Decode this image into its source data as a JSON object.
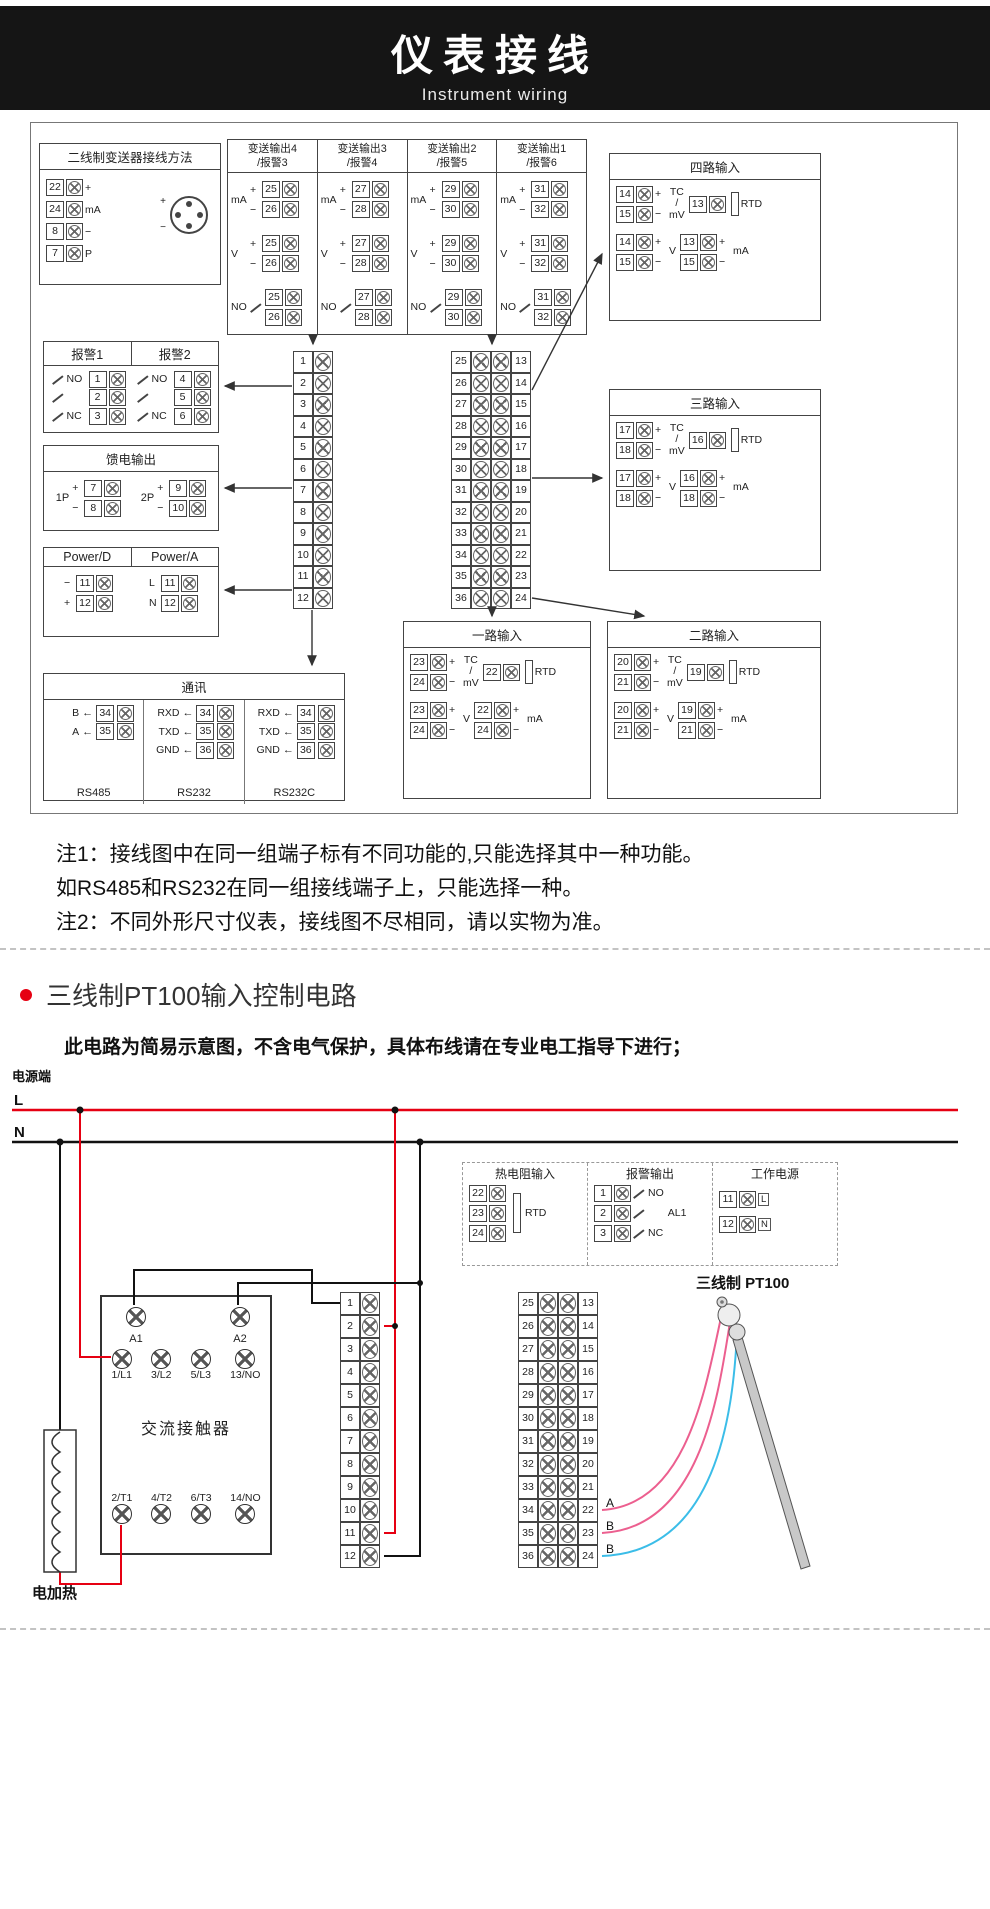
{
  "header": {
    "title": "仪表接线",
    "subtitle": "Instrument wiring"
  },
  "d1": {
    "lbl": {
      "plus": "+",
      "minus": "−",
      "ma": "mA",
      "v": "V",
      "no": "NO",
      "nc": "NC",
      "tc": "TC",
      "mv": "mV",
      "rtd": "RTD",
      "slash": "/",
      "arrow": "←"
    },
    "twoWire": {
      "title": "二线制变送器接线方法",
      "rows": [
        {
          "n": "22",
          "s": "+"
        },
        {
          "n": "24",
          "s": "mA"
        },
        {
          "n": "8",
          "s": "−"
        },
        {
          "n": "7",
          "s": "P"
        }
      ],
      "plug": {
        "plus": "+",
        "minus": "−"
      }
    },
    "outCols": [
      {
        "t": "变送输出4",
        "t2": "/报警3",
        "a": "25",
        "b": "26"
      },
      {
        "t": "变送输出3",
        "t2": "/报警4",
        "a": "27",
        "b": "28"
      },
      {
        "t": "变送输出2",
        "t2": "/报警5",
        "a": "29",
        "b": "30"
      },
      {
        "t": "变送输出1",
        "t2": "/报警6",
        "a": "31",
        "b": "32"
      }
    ],
    "inputs": {
      "in4": {
        "title": "四路输入",
        "p1": "14",
        "p2": "15",
        "r": "13"
      },
      "in3": {
        "title": "三路输入",
        "p1": "17",
        "p2": "18",
        "r": "16"
      },
      "in2": {
        "title": "二路输入",
        "p1": "20",
        "p2": "21",
        "r": "19"
      },
      "in1": {
        "title": "一路输入",
        "p1": "23",
        "p2": "24",
        "r": "22"
      }
    },
    "alarm": {
      "h1": "报警1",
      "h2": "报警2",
      "rows1": [
        {
          "n": "1",
          "s": "NO"
        },
        {
          "n": "2",
          "s": ""
        },
        {
          "n": "3",
          "s": "NC"
        }
      ],
      "rows2": [
        {
          "n": "4",
          "s": "NO"
        },
        {
          "n": "5",
          "s": ""
        },
        {
          "n": "6",
          "s": "NC"
        }
      ]
    },
    "feed": {
      "title": "馈电输出",
      "g1": "1P",
      "g2": "2P",
      "rows1": [
        {
          "n": "7",
          "s": "+"
        },
        {
          "n": "8",
          "s": "−"
        }
      ],
      "rows2": [
        {
          "n": "9",
          "s": "+"
        },
        {
          "n": "10",
          "s": "−"
        }
      ]
    },
    "power": {
      "h1": "Power/D",
      "h2": "Power/A",
      "rows1": [
        {
          "n": "11",
          "s": "−"
        },
        {
          "n": "12",
          "s": "+"
        }
      ],
      "rows2": [
        {
          "n": "11",
          "s": "L"
        },
        {
          "n": "12",
          "s": "N"
        }
      ]
    },
    "comm": {
      "title": "通讯",
      "cols": [
        {
          "label": "RS485",
          "rows": [
            {
              "s": "B",
              "n": "34"
            },
            {
              "s": "A",
              "n": "35"
            }
          ]
        },
        {
          "label": "RS232",
          "rows": [
            {
              "s": "RXD",
              "n": "34"
            },
            {
              "s": "TXD",
              "n": "35"
            },
            {
              "s": "GND",
              "n": "36"
            }
          ]
        },
        {
          "label": "RS232C",
          "rows": [
            {
              "s": "RXD",
              "n": "34"
            },
            {
              "s": "TXD",
              "n": "35"
            },
            {
              "s": "GND",
              "n": "36"
            }
          ]
        }
      ]
    },
    "stripLeft": [
      "1",
      "2",
      "3",
      "4",
      "5",
      "6",
      "7",
      "8",
      "9",
      "10",
      "11",
      "12"
    ],
    "stripRight": [
      {
        "l": "25",
        "r": "13"
      },
      {
        "l": "26",
        "r": "14"
      },
      {
        "l": "27",
        "r": "15"
      },
      {
        "l": "28",
        "r": "16"
      },
      {
        "l": "29",
        "r": "17"
      },
      {
        "l": "30",
        "r": "18"
      },
      {
        "l": "31",
        "r": "19"
      },
      {
        "l": "32",
        "r": "20"
      },
      {
        "l": "33",
        "r": "21"
      },
      {
        "l": "34",
        "r": "22"
      },
      {
        "l": "35",
        "r": "23"
      },
      {
        "l": "36",
        "r": "24"
      }
    ]
  },
  "notes": {
    "l1": "注1：接线图中在同一组端子标有不同功能的,只能选择其中一种功能。",
    "l2": "如RS485和RS232在同一组接线端子上，只能选择一种。",
    "l3": "注2：不同外形尺寸仪表，接线图不尽相同，请以实物为准。"
  },
  "s2": {
    "title": "三线制PT100输入控制电路",
    "subtitle": "此电路为简易示意图，不含电气保护，具体布线请在专业电工指导下进行；",
    "powerLabel": "电源端",
    "L": "L",
    "N": "N",
    "rtdBox": {
      "title": "热电阻输入",
      "rows": [
        "22",
        "23",
        "24"
      ],
      "rtd": "RTD"
    },
    "alarmBox": {
      "title": "报警输出",
      "rows": [
        {
          "n": "1",
          "s": "NO"
        },
        {
          "n": "2",
          "s": ""
        },
        {
          "n": "3",
          "s": "NC"
        }
      ],
      "al": "AL1"
    },
    "powerBox": {
      "title": "工作电源",
      "rows": [
        {
          "n": "11",
          "s": "L"
        },
        {
          "n": "12",
          "s": "N"
        }
      ]
    },
    "contactor": {
      "title": "交流接触器",
      "coil": [
        "A1",
        "A2"
      ],
      "top": [
        "1/L1",
        "3/L2",
        "5/L3",
        "13/NO"
      ],
      "bottom": [
        "2/T1",
        "4/T2",
        "6/T3",
        "14/NO"
      ]
    },
    "strip1": [
      "1",
      "2",
      "3",
      "4",
      "5",
      "6",
      "7",
      "8",
      "9",
      "10",
      "11",
      "12"
    ],
    "strip2": [
      {
        "l": "25",
        "r": "13"
      },
      {
        "l": "26",
        "r": "14"
      },
      {
        "l": "27",
        "r": "15"
      },
      {
        "l": "28",
        "r": "16"
      },
      {
        "l": "29",
        "r": "17"
      },
      {
        "l": "30",
        "r": "18"
      },
      {
        "l": "31",
        "r": "19"
      },
      {
        "l": "32",
        "r": "20"
      },
      {
        "l": "33",
        "r": "21"
      },
      {
        "l": "34",
        "r": "22"
      },
      {
        "l": "35",
        "r": "23"
      },
      {
        "l": "36",
        "r": "24"
      }
    ],
    "pt100": "三线制 PT100",
    "wires": [
      "A",
      "B",
      "B"
    ],
    "heater": "电加热"
  },
  "colors": {
    "accent": "#e60012",
    "wireRed": "#e60012",
    "wireBlack": "#111111",
    "wirePink": "#ec5f8f",
    "wireCyan": "#3bbde8"
  }
}
